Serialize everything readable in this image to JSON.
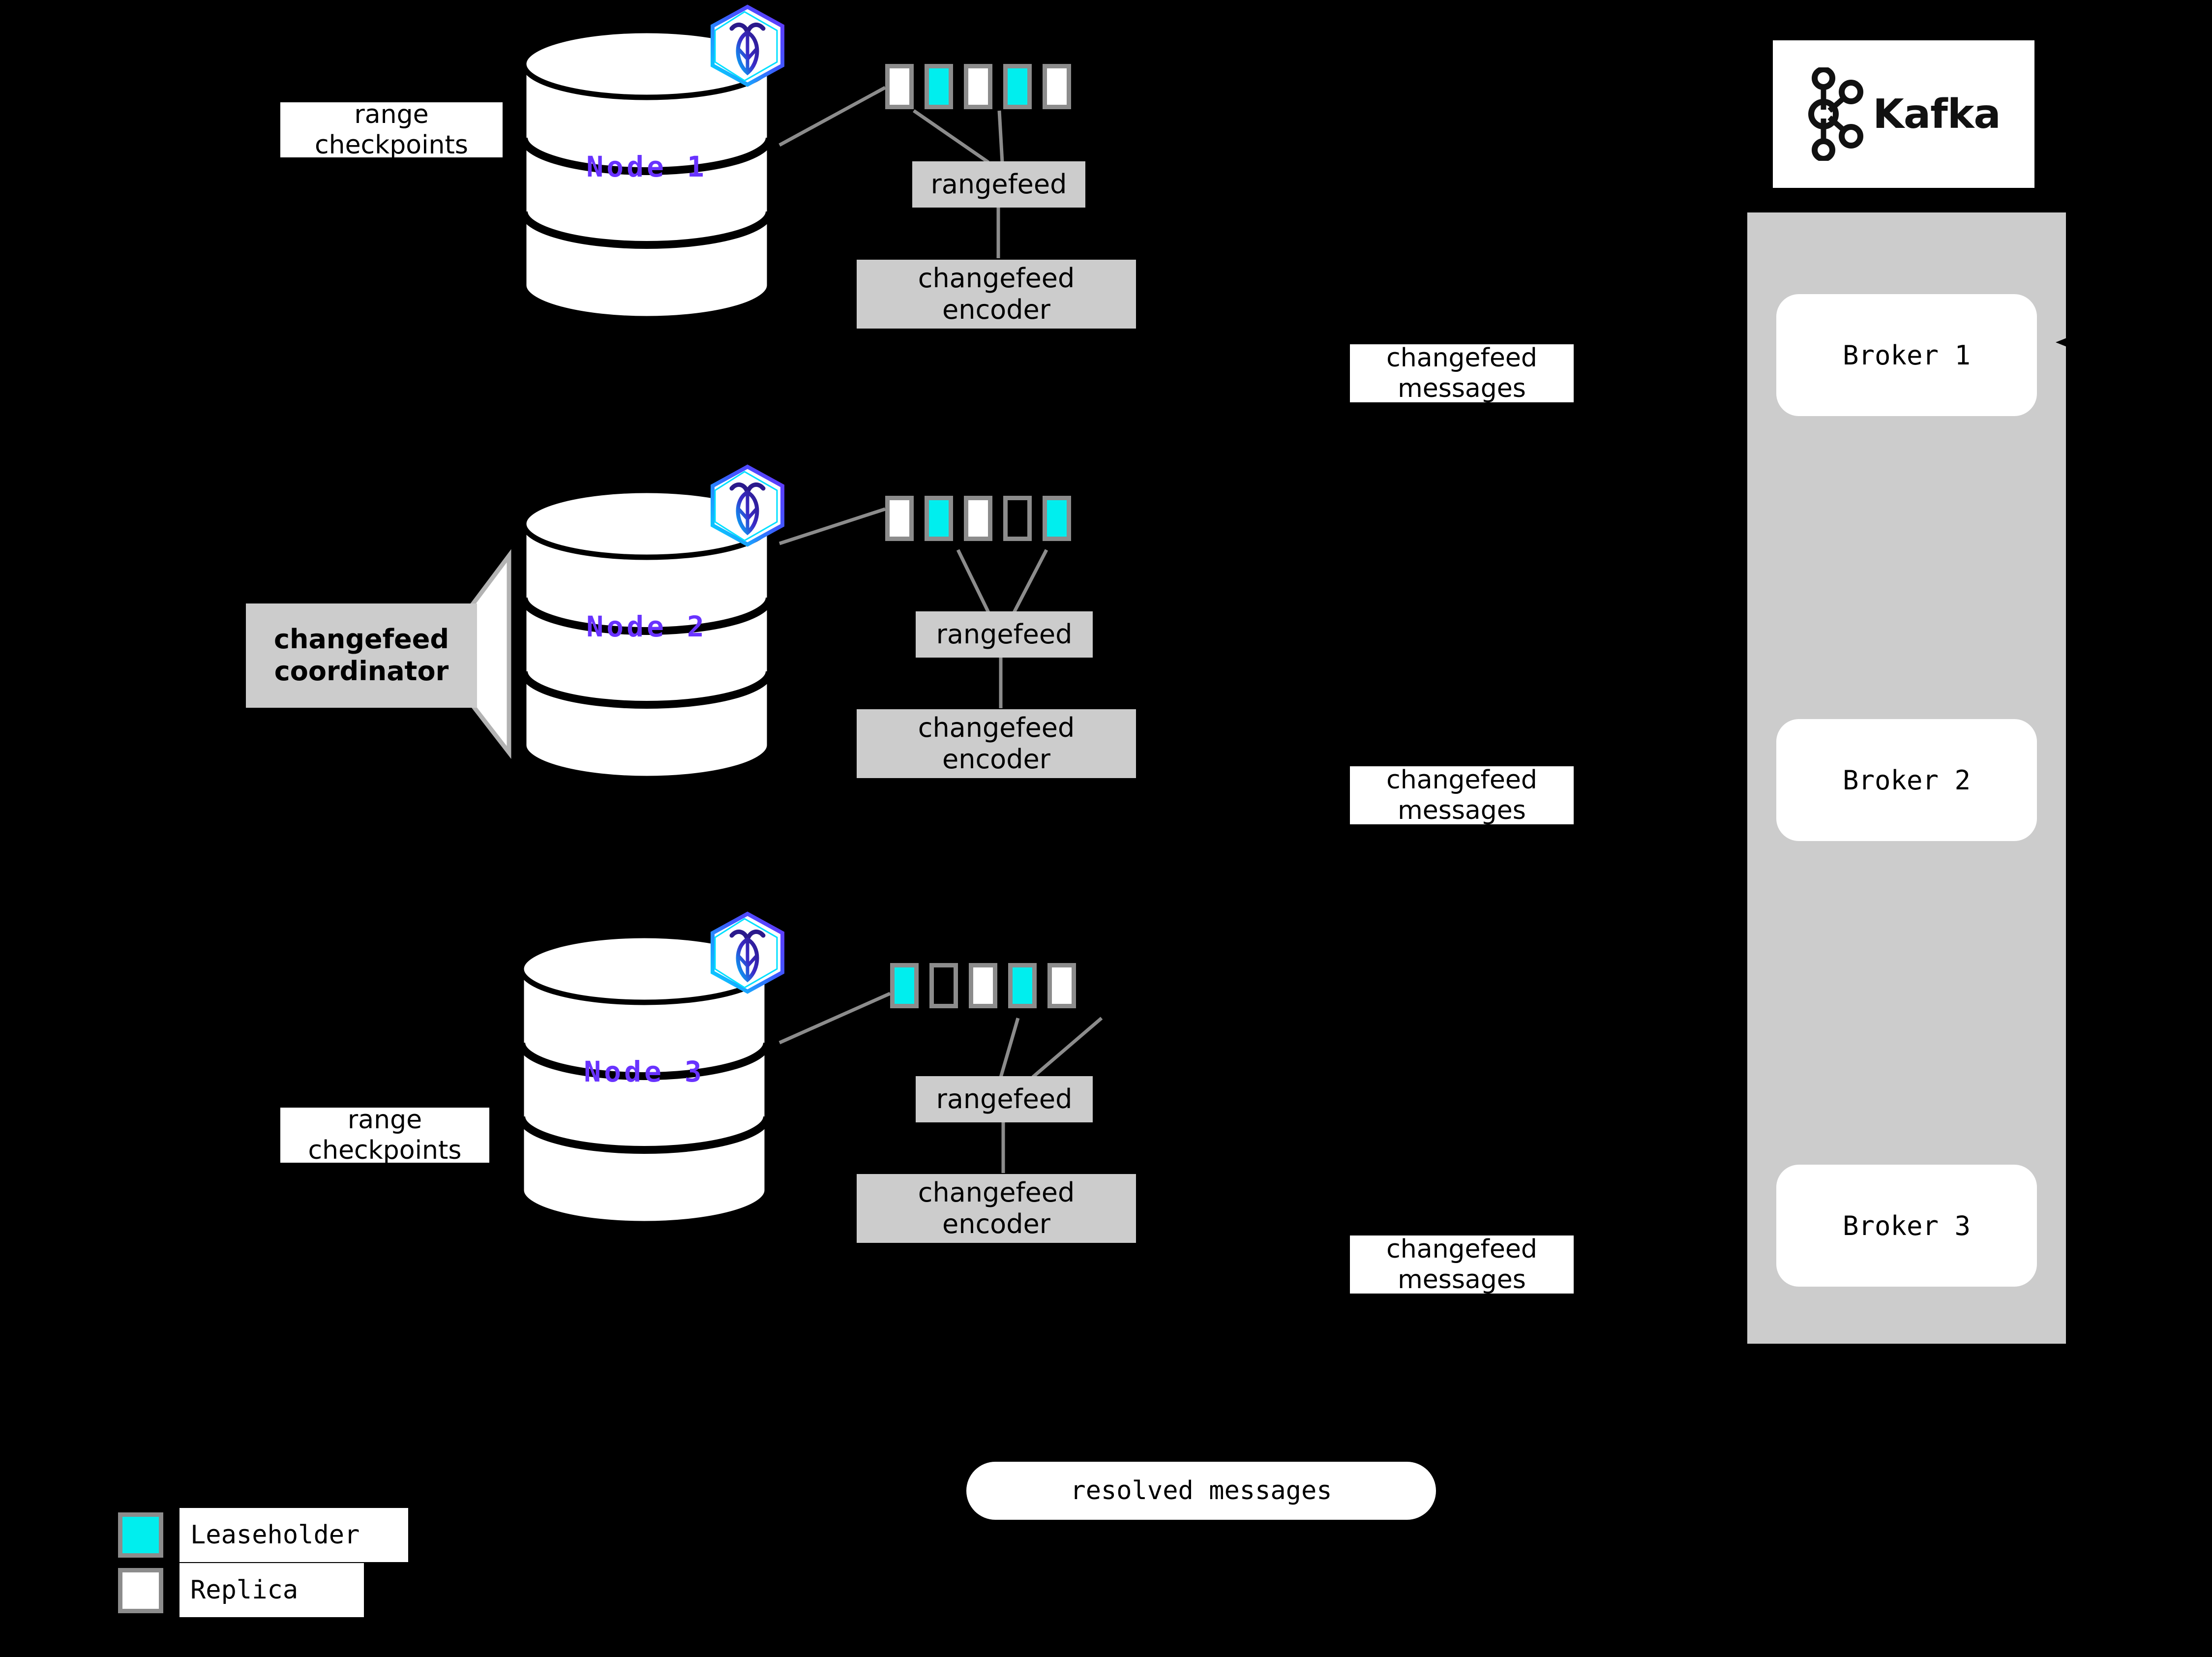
{
  "diagram": {
    "title": "CockroachDB changefeed to Kafka architecture",
    "background": "#000000",
    "colors": {
      "leaseholder": "#00EEEE",
      "replica": "#FFFFFF",
      "range_border": "#8C8C8C",
      "process_box": "#CCCCCC",
      "node_label": "#6933FF",
      "wire": "#8C8C8C"
    }
  },
  "nodes": [
    {
      "id": "node-1",
      "label": "Node 1",
      "logo_icon": "cockroachdb-hexagon-icon",
      "ranges": [
        {
          "kind": "replica"
        },
        {
          "kind": "leaseholder"
        },
        {
          "kind": "replica"
        },
        {
          "kind": "leaseholder"
        },
        {
          "kind": "replica"
        }
      ],
      "rangefeed_label": "rangefeed",
      "encoder_label_line1": "changefeed",
      "encoder_label_line2": "encoder",
      "messages_label_line1": "changefeed",
      "messages_label_line2": "messages",
      "side_label_line1": "range",
      "side_label_line2": "checkpoints"
    },
    {
      "id": "node-2",
      "label": "Node 2",
      "logo_icon": "cockroachdb-hexagon-icon",
      "ranges": [
        {
          "kind": "replica"
        },
        {
          "kind": "leaseholder"
        },
        {
          "kind": "replica"
        },
        {
          "kind": "empty"
        },
        {
          "kind": "leaseholder"
        }
      ],
      "rangefeed_label": "rangefeed",
      "encoder_label_line1": "changefeed",
      "encoder_label_line2": "encoder",
      "messages_label_line1": "changefeed",
      "messages_label_line2": "messages",
      "coordinator_label_line1": "changefeed",
      "coordinator_label_line2": "coordinator"
    },
    {
      "id": "node-3",
      "label": "Node 3",
      "logo_icon": "cockroachdb-hexagon-icon",
      "ranges": [
        {
          "kind": "leaseholder"
        },
        {
          "kind": "empty"
        },
        {
          "kind": "replica"
        },
        {
          "kind": "leaseholder"
        },
        {
          "kind": "replica"
        }
      ],
      "rangefeed_label": "rangefeed",
      "encoder_label_line1": "changefeed",
      "encoder_label_line2": "encoder",
      "messages_label_line1": "changefeed",
      "messages_label_line2": "messages",
      "side_label_line1": "range",
      "side_label_line2": "checkpoints"
    }
  ],
  "kafka": {
    "logo_icon": "kafka-nodes-icon",
    "wordmark": "Kafka",
    "brokers": [
      {
        "label": "Broker 1"
      },
      {
        "label": "Broker 2"
      },
      {
        "label": "Broker 3"
      }
    ]
  },
  "resolved": {
    "label": "resolved messages"
  },
  "legend": {
    "items": [
      {
        "swatch": "leaseholder",
        "label": "Leaseholder"
      },
      {
        "swatch": "replica",
        "label": "Replica"
      }
    ]
  }
}
